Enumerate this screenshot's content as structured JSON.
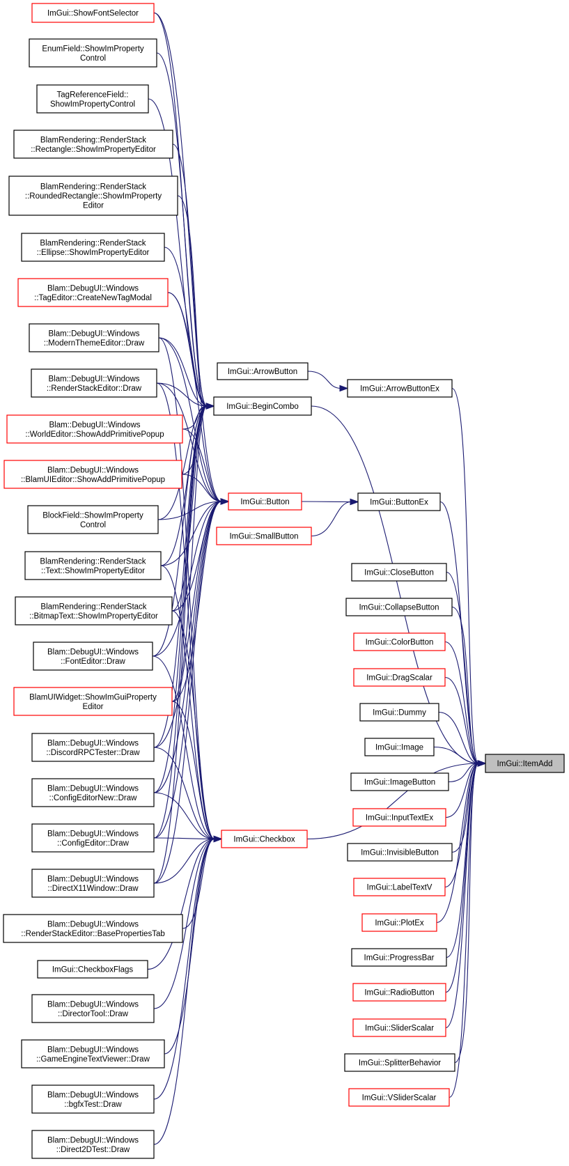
{
  "diagram": {
    "type": "caller-graph",
    "colors": {
      "edge": "#191970",
      "border_normal": "#000000",
      "border_truncated": "#ff0000",
      "target_fill": "#bfbfbf"
    },
    "nodes": [
      {
        "id": "n1",
        "lines": [
          "ImGui::ShowFontSelector"
        ],
        "border": "red"
      },
      {
        "id": "n2",
        "lines": [
          "EnumField::ShowImProperty",
          "Control"
        ],
        "border": "black"
      },
      {
        "id": "n3",
        "lines": [
          "TagReferenceField::",
          "ShowImPropertyControl"
        ],
        "border": "black"
      },
      {
        "id": "n4",
        "lines": [
          "BlamRendering::RenderStack",
          "::Rectangle::ShowImPropertyEditor"
        ],
        "border": "black"
      },
      {
        "id": "n5",
        "lines": [
          "BlamRendering::RenderStack",
          "::RoundedRectangle::ShowImProperty",
          "Editor"
        ],
        "border": "black"
      },
      {
        "id": "n6",
        "lines": [
          "BlamRendering::RenderStack",
          "::Ellipse::ShowImPropertyEditor"
        ],
        "border": "black"
      },
      {
        "id": "n7",
        "lines": [
          "Blam::DebugUI::Windows",
          "::TagEditor::CreateNewTagModal"
        ],
        "border": "red"
      },
      {
        "id": "n8",
        "lines": [
          "Blam::DebugUI::Windows",
          "::ModernThemeEditor::Draw"
        ],
        "border": "black"
      },
      {
        "id": "n9",
        "lines": [
          "Blam::DebugUI::Windows",
          "::RenderStackEditor::Draw"
        ],
        "border": "black"
      },
      {
        "id": "n10",
        "lines": [
          "Blam::DebugUI::Windows",
          "::WorldEditor::ShowAddPrimitivePopup"
        ],
        "border": "red"
      },
      {
        "id": "n11",
        "lines": [
          "Blam::DebugUI::Windows",
          "::BlamUIEditor::ShowAddPrimitivePopup"
        ],
        "border": "red"
      },
      {
        "id": "n12",
        "lines": [
          "BlockField::ShowImProperty",
          "Control"
        ],
        "border": "black"
      },
      {
        "id": "n13",
        "lines": [
          "BlamRendering::RenderStack",
          "::Text::ShowImPropertyEditor"
        ],
        "border": "black"
      },
      {
        "id": "n14",
        "lines": [
          "BlamRendering::RenderStack",
          "::BitmapText::ShowImPropertyEditor"
        ],
        "border": "black"
      },
      {
        "id": "n15",
        "lines": [
          "Blam::DebugUI::Windows",
          "::FontEditor::Draw"
        ],
        "border": "black"
      },
      {
        "id": "n16",
        "lines": [
          "BlamUIWidget::ShowImGuiProperty",
          "Editor"
        ],
        "border": "red"
      },
      {
        "id": "n17",
        "lines": [
          "Blam::DebugUI::Windows",
          "::DiscordRPCTester::Draw"
        ],
        "border": "black"
      },
      {
        "id": "n18",
        "lines": [
          "Blam::DebugUI::Windows",
          "::ConfigEditorNew::Draw"
        ],
        "border": "black"
      },
      {
        "id": "n19",
        "lines": [
          "Blam::DebugUI::Windows",
          "::ConfigEditor::Draw"
        ],
        "border": "black"
      },
      {
        "id": "n20",
        "lines": [
          "Blam::DebugUI::Windows",
          "::DirectX11Window::Draw"
        ],
        "border": "black"
      },
      {
        "id": "n21",
        "lines": [
          "Blam::DebugUI::Windows",
          "::RenderStackEditor::BasePropertiesTab"
        ],
        "border": "black"
      },
      {
        "id": "n22",
        "lines": [
          "ImGui::CheckboxFlags"
        ],
        "border": "black"
      },
      {
        "id": "n23",
        "lines": [
          "Blam::DebugUI::Windows",
          "::DirectorTool::Draw"
        ],
        "border": "black"
      },
      {
        "id": "n24",
        "lines": [
          "Blam::DebugUI::Windows",
          "::GameEngineTextViewer::Draw"
        ],
        "border": "black"
      },
      {
        "id": "n25",
        "lines": [
          "Blam::DebugUI::Windows",
          "::bgfxTest::Draw"
        ],
        "border": "black"
      },
      {
        "id": "n26",
        "lines": [
          "Blam::DebugUI::Windows",
          "::Direct2DTest::Draw"
        ],
        "border": "black"
      },
      {
        "id": "ab",
        "lines": [
          "ImGui::ArrowButton"
        ],
        "border": "black"
      },
      {
        "id": "bc",
        "lines": [
          "ImGui::BeginCombo"
        ],
        "border": "black"
      },
      {
        "id": "bt",
        "lines": [
          "ImGui::Button"
        ],
        "border": "red"
      },
      {
        "id": "sb",
        "lines": [
          "ImGui::SmallButton"
        ],
        "border": "red"
      },
      {
        "id": "cb",
        "lines": [
          "ImGui::Checkbox"
        ],
        "border": "red"
      },
      {
        "id": "abx",
        "lines": [
          "ImGui::ArrowButtonEx"
        ],
        "border": "black"
      },
      {
        "id": "bx",
        "lines": [
          "ImGui::ButtonEx"
        ],
        "border": "black"
      },
      {
        "id": "r1",
        "lines": [
          "ImGui::CloseButton"
        ],
        "border": "black"
      },
      {
        "id": "r2",
        "lines": [
          "ImGui::CollapseButton"
        ],
        "border": "black"
      },
      {
        "id": "r3",
        "lines": [
          "ImGui::ColorButton"
        ],
        "border": "red"
      },
      {
        "id": "r4",
        "lines": [
          "ImGui::DragScalar"
        ],
        "border": "red"
      },
      {
        "id": "r5",
        "lines": [
          "ImGui::Dummy"
        ],
        "border": "black"
      },
      {
        "id": "r6",
        "lines": [
          "ImGui::Image"
        ],
        "border": "black"
      },
      {
        "id": "r7",
        "lines": [
          "ImGui::ImageButton"
        ],
        "border": "black"
      },
      {
        "id": "r8",
        "lines": [
          "ImGui::InputTextEx"
        ],
        "border": "red"
      },
      {
        "id": "r9",
        "lines": [
          "ImGui::InvisibleButton"
        ],
        "border": "black"
      },
      {
        "id": "r10",
        "lines": [
          "ImGui::LabelTextV"
        ],
        "border": "red"
      },
      {
        "id": "r11",
        "lines": [
          "ImGui::PlotEx"
        ],
        "border": "red"
      },
      {
        "id": "r12",
        "lines": [
          "ImGui::ProgressBar"
        ],
        "border": "black"
      },
      {
        "id": "r13",
        "lines": [
          "ImGui::RadioButton"
        ],
        "border": "red"
      },
      {
        "id": "r14",
        "lines": [
          "ImGui::SliderScalar"
        ],
        "border": "red"
      },
      {
        "id": "r15",
        "lines": [
          "ImGui::SplitterBehavior"
        ],
        "border": "black"
      },
      {
        "id": "r16",
        "lines": [
          "ImGui::VSliderScalar"
        ],
        "border": "red"
      },
      {
        "id": "tg",
        "lines": [
          "ImGui::ItemAdd"
        ],
        "border": "target"
      }
    ],
    "edges": [
      [
        "n1",
        "bc"
      ],
      [
        "n2",
        "bc"
      ],
      [
        "n3",
        "bc"
      ],
      [
        "n4",
        "bc"
      ],
      [
        "n5",
        "bc"
      ],
      [
        "n6",
        "bc"
      ],
      [
        "n7",
        "bc"
      ],
      [
        "n8",
        "bc"
      ],
      [
        "n9",
        "bc"
      ],
      [
        "n10",
        "bc"
      ],
      [
        "n11",
        "bc"
      ],
      [
        "n12",
        "bc"
      ],
      [
        "n13",
        "bc"
      ],
      [
        "n14",
        "bc"
      ],
      [
        "n15",
        "bc"
      ],
      [
        "n16",
        "bc"
      ],
      [
        "n17",
        "bc"
      ],
      [
        "n18",
        "bc"
      ],
      [
        "n19",
        "bc"
      ],
      [
        "n20",
        "bc"
      ],
      [
        "n1",
        "bt"
      ],
      [
        "n7",
        "bt"
      ],
      [
        "n8",
        "bt"
      ],
      [
        "n9",
        "bt"
      ],
      [
        "n10",
        "bt"
      ],
      [
        "n11",
        "bt"
      ],
      [
        "n12",
        "bt"
      ],
      [
        "n13",
        "bt"
      ],
      [
        "n14",
        "bt"
      ],
      [
        "n15",
        "bt"
      ],
      [
        "n16",
        "bt"
      ],
      [
        "n17",
        "bt"
      ],
      [
        "n18",
        "bt"
      ],
      [
        "n19",
        "bt"
      ],
      [
        "n20",
        "bt"
      ],
      [
        "n13",
        "cb"
      ],
      [
        "n14",
        "cb"
      ],
      [
        "n15",
        "cb"
      ],
      [
        "n16",
        "cb"
      ],
      [
        "n17",
        "cb"
      ],
      [
        "n18",
        "cb"
      ],
      [
        "n19",
        "cb"
      ],
      [
        "n20",
        "cb"
      ],
      [
        "n21",
        "cb"
      ],
      [
        "n22",
        "cb"
      ],
      [
        "n23",
        "cb"
      ],
      [
        "n24",
        "cb"
      ],
      [
        "n25",
        "cb"
      ],
      [
        "n26",
        "cb"
      ],
      [
        "n8",
        "cb"
      ],
      [
        "n9",
        "cb"
      ],
      [
        "ab",
        "abx"
      ],
      [
        "bt",
        "bx"
      ],
      [
        "sb",
        "bx"
      ],
      [
        "abx",
        "tg"
      ],
      [
        "bc",
        "tg"
      ],
      [
        "bx",
        "tg"
      ],
      [
        "cb",
        "tg"
      ],
      [
        "r1",
        "tg"
      ],
      [
        "r2",
        "tg"
      ],
      [
        "r3",
        "tg"
      ],
      [
        "r4",
        "tg"
      ],
      [
        "r5",
        "tg"
      ],
      [
        "r6",
        "tg"
      ],
      [
        "r7",
        "tg"
      ],
      [
        "r8",
        "tg"
      ],
      [
        "r9",
        "tg"
      ],
      [
        "r10",
        "tg"
      ],
      [
        "r11",
        "tg"
      ],
      [
        "r12",
        "tg"
      ],
      [
        "r13",
        "tg"
      ],
      [
        "r14",
        "tg"
      ],
      [
        "r15",
        "tg"
      ],
      [
        "r16",
        "tg"
      ]
    ]
  }
}
